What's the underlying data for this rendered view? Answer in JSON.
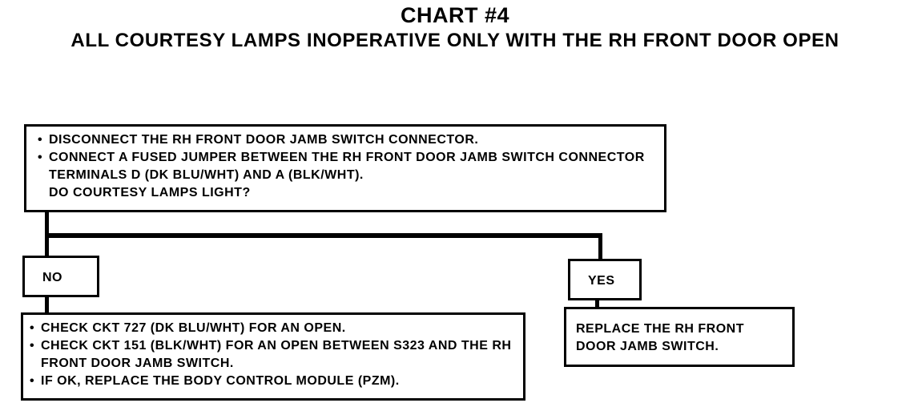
{
  "header": {
    "title": "CHART #4",
    "subtitle": "ALL COURTESY LAMPS INOPERATIVE ONLY WITH THE RH FRONT DOOR OPEN"
  },
  "question_box": {
    "items": [
      "DISCONNECT THE RH FRONT DOOR JAMB SWITCH CONNECTOR.",
      "CONNECT A FUSED JUMPER BETWEEN THE RH FRONT DOOR JAMB SWITCH CONNECTOR TERMINALS D (DK BLU/WHT) AND A (BLK/WHT)."
    ],
    "question": "DO COURTESY LAMPS LIGHT?"
  },
  "branches": {
    "no_label": "NO",
    "yes_label": "YES"
  },
  "no_action_box": {
    "items": [
      "CHECK CKT 727 (DK BLU/WHT) FOR AN OPEN.",
      "CHECK CKT 151 (BLK/WHT) FOR AN OPEN BETWEEN S323 AND THE RH FRONT DOOR JAMB SWITCH.",
      "IF OK, REPLACE THE BODY CONTROL MODULE (PZM)."
    ]
  },
  "yes_action_box": {
    "text": "REPLACE THE RH FRONT DOOR JAMB SWITCH."
  }
}
